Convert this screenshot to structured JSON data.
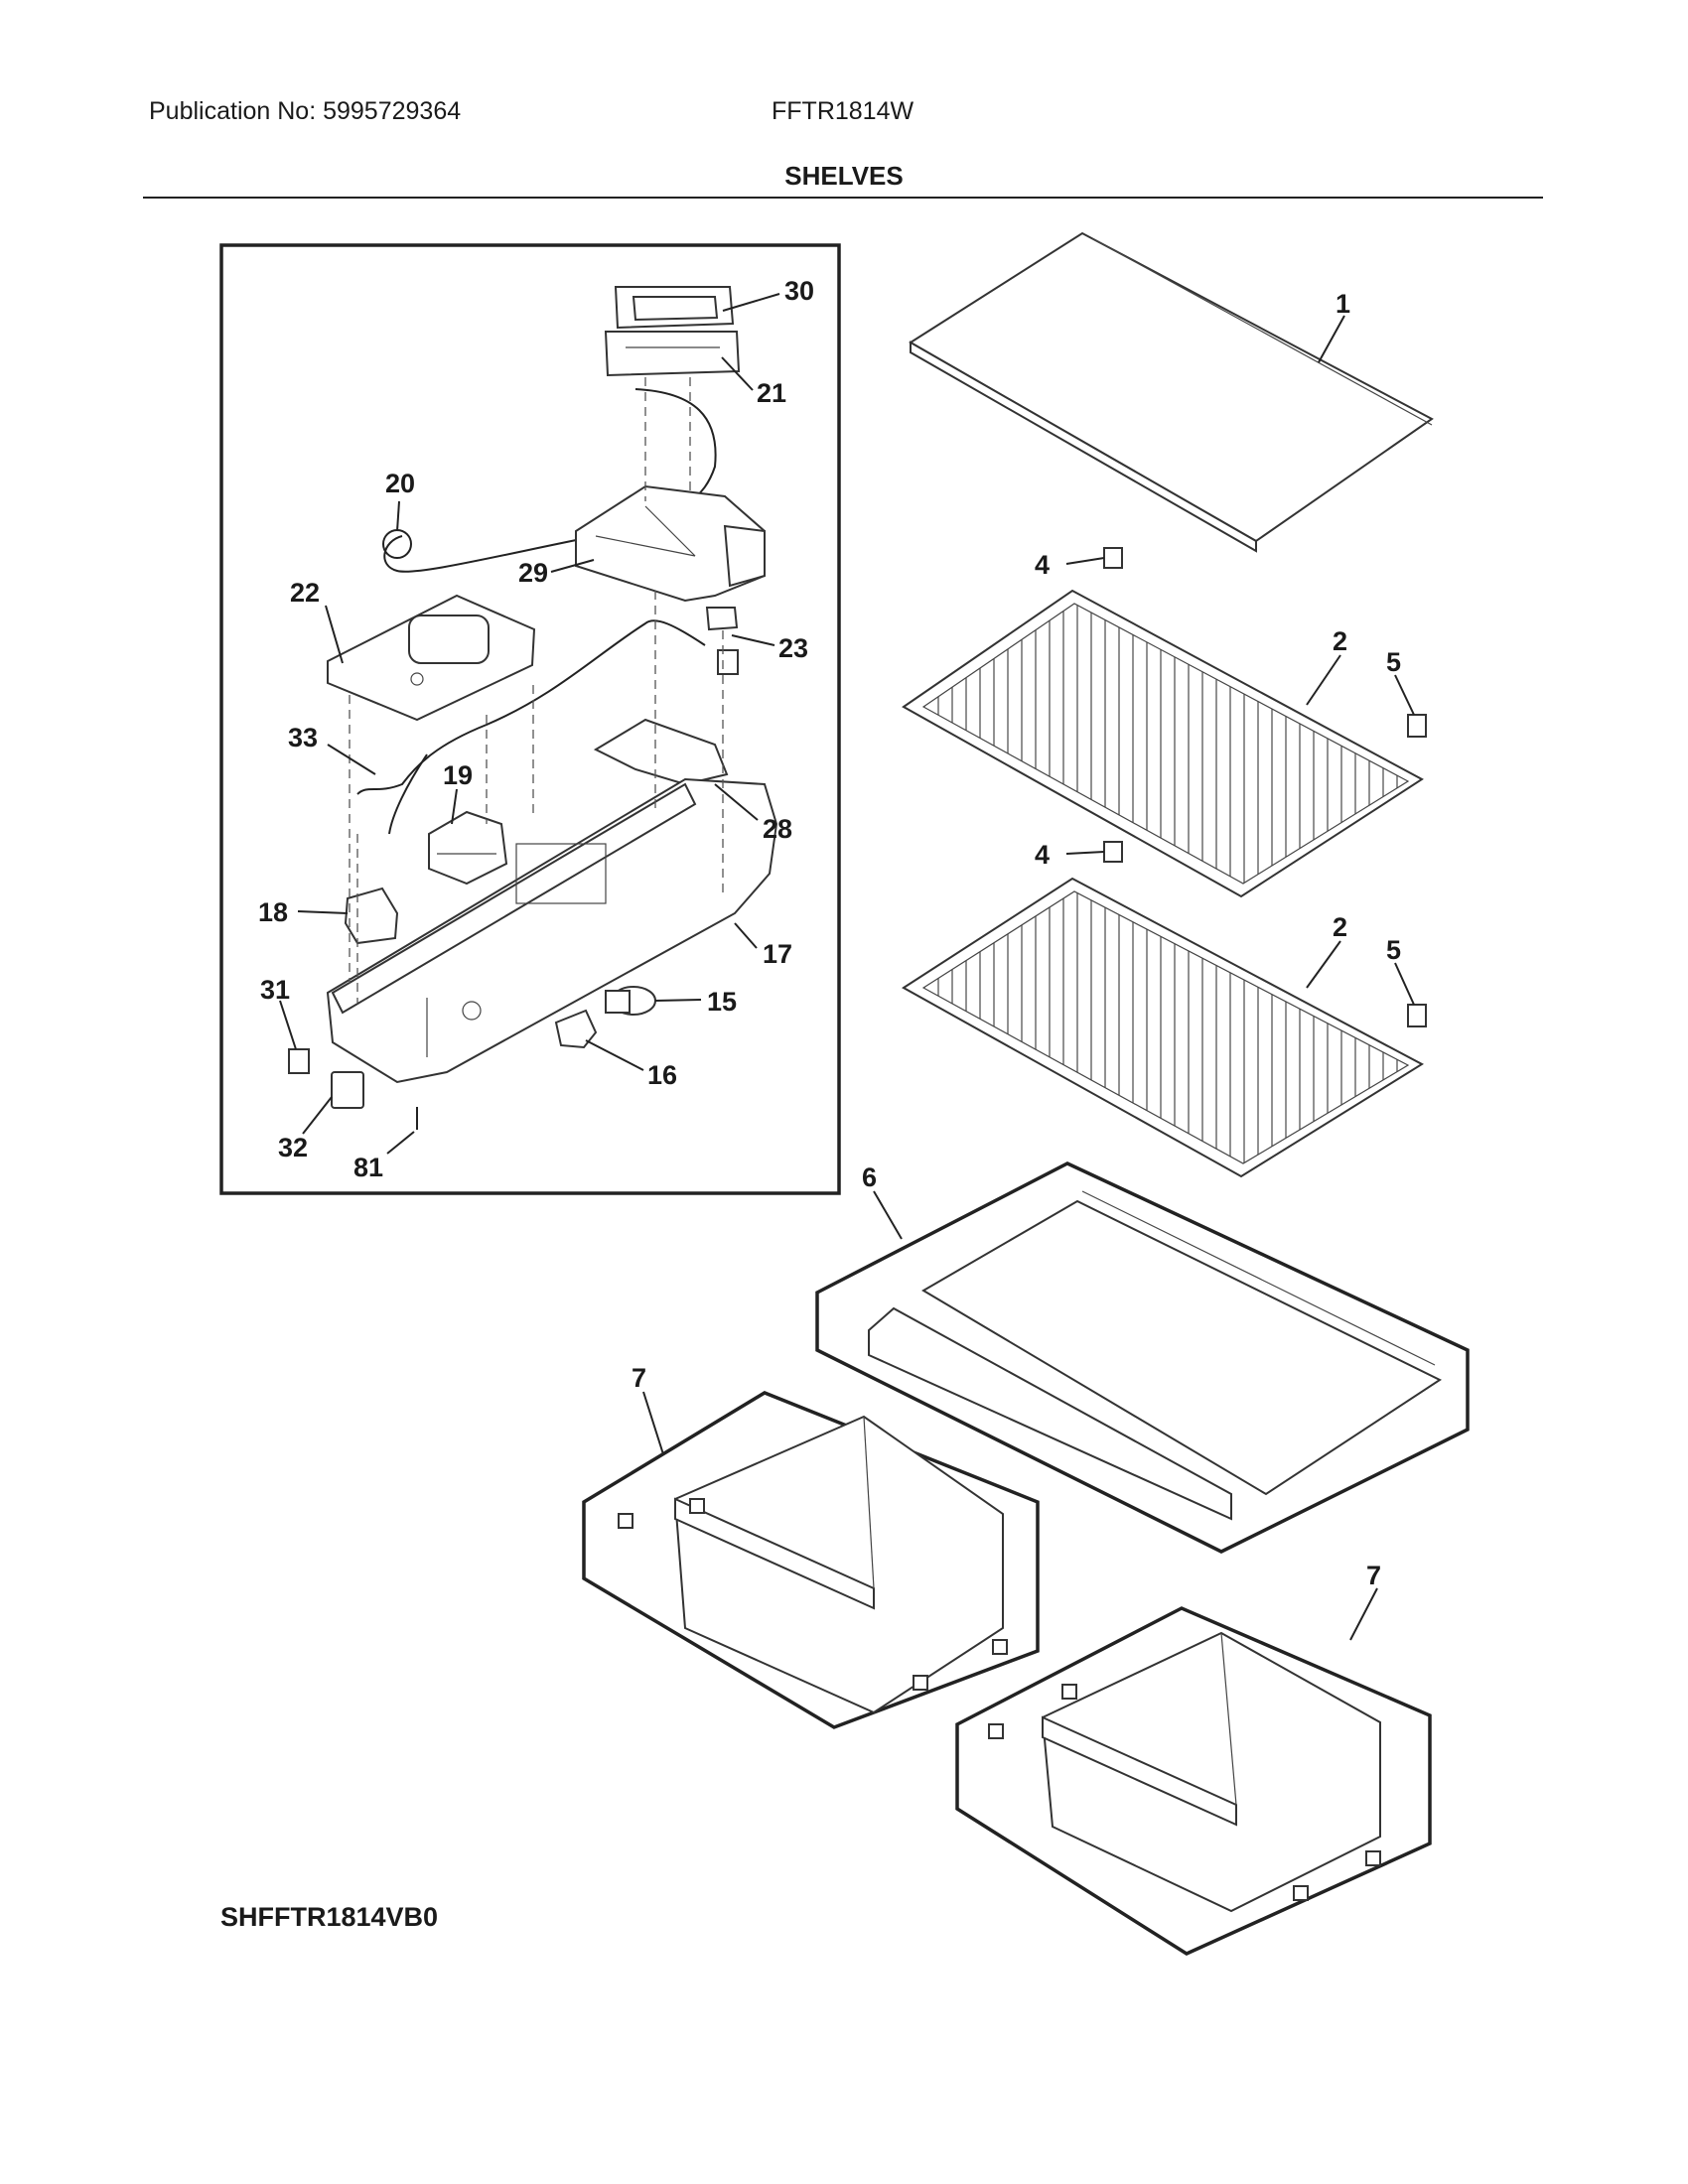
{
  "header": {
    "publication": "Publication No: 5995729364",
    "model": "FFTR1814W",
    "section_title": "SHELVES"
  },
  "diagram": {
    "part_labels": {
      "p1": "1",
      "p2a": "2",
      "p2b": "2",
      "p4a": "4",
      "p4b": "4",
      "p5a": "5",
      "p5b": "5",
      "p6": "6",
      "p7a": "7",
      "p7b": "7",
      "p15": "15",
      "p16": "16",
      "p17": "17",
      "p18": "18",
      "p19": "19",
      "p20": "20",
      "p21": "21",
      "p22": "22",
      "p23": "23",
      "p28": "28",
      "p29": "29",
      "p30": "30",
      "p31": "31",
      "p32": "32",
      "p33": "33",
      "p81": "81"
    },
    "drawing_code": "SHFFTR1814VB0"
  }
}
